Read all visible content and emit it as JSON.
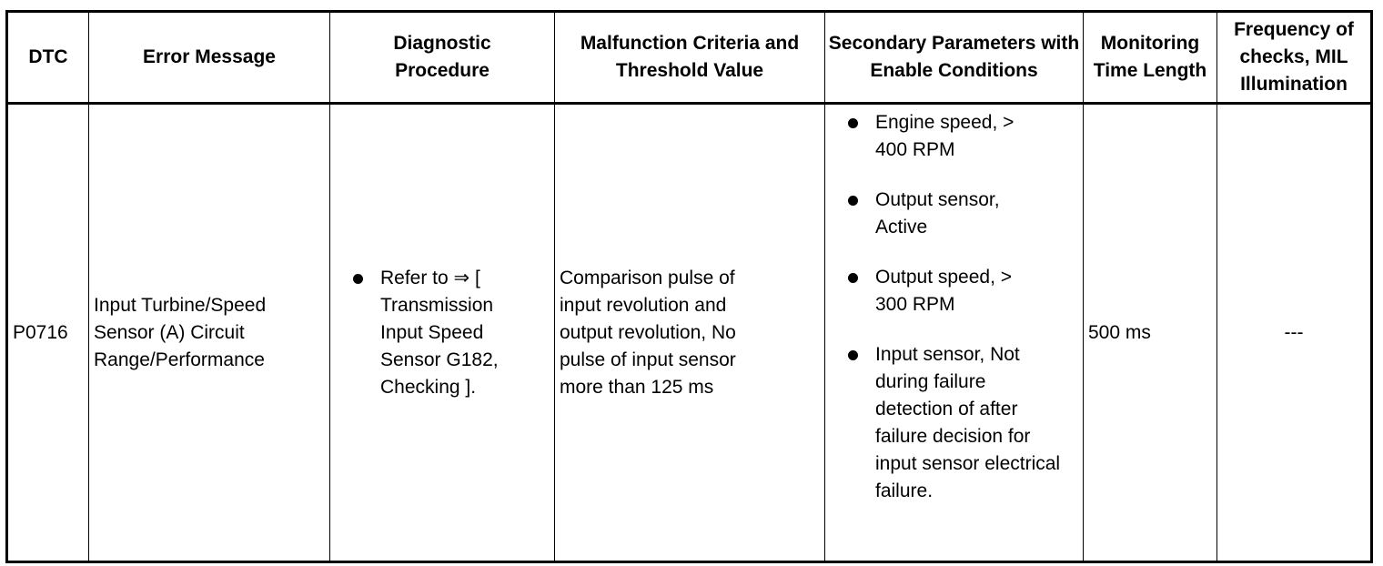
{
  "headers": {
    "dtc": "DTC",
    "error_message": "Error Message",
    "diagnostic_procedure": "Diagnostic Procedure",
    "malfunction_criteria": "Malfunction Criteria and Threshold Value",
    "secondary_parameters": "Secondary Parameters with Enable Conditions",
    "monitoring_time": "Monitoring Time Length",
    "frequency": "Frequency of checks, MIL Illumination"
  },
  "row": {
    "dtc": "P0716",
    "error_message": "Input Turbine/Speed Sensor (A) Circuit Range/Performance",
    "diagnostic_procedure": [
      "Refer to ⇒ [ Transmission Input Speed Sensor G182, Checking ]."
    ],
    "malfunction_criteria": "Comparison pulse of input revolution and output revolution, No pulse of input sensor more than 125 ms",
    "secondary_parameters": [
      "Engine speed, > 400 RPM",
      "Output sensor, Active",
      "Output speed, > 300 RPM",
      "Input sensor, Not during failure detection of after failure decision for input sensor electrical failure."
    ],
    "monitoring_time": "500 ms",
    "frequency": "---"
  }
}
